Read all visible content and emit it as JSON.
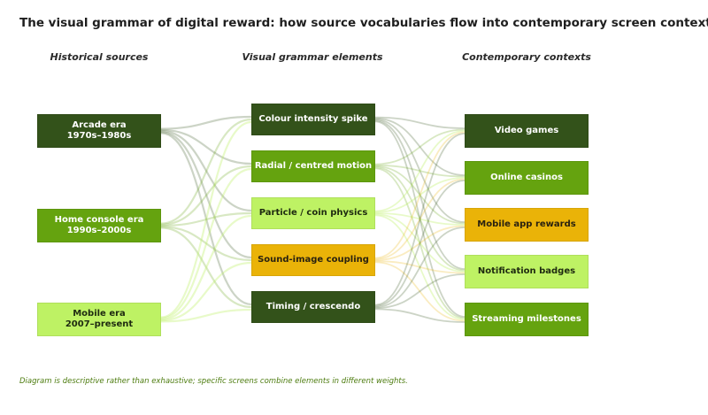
{
  "title": "The visual grammar of digital reward: how source vocabularies flow into contemporary screen contexts",
  "columns": {
    "sources": "Historical sources",
    "elements": "Visual grammar elements",
    "contexts": "Contemporary contexts"
  },
  "sources": [
    {
      "label": "Arcade era\n1970s–1980s",
      "color": "#33521a"
    },
    {
      "label": "Home console era\n1990s–2000s",
      "color": "#65a30f"
    },
    {
      "label": "Mobile era\n2007–present",
      "color": "#bef264"
    }
  ],
  "elements": [
    {
      "label": "Colour intensity spike",
      "color": "#33521a"
    },
    {
      "label": "Radial / centred motion",
      "color": "#65a30f"
    },
    {
      "label": "Particle / coin physics",
      "color": "#bef264"
    },
    {
      "label": "Sound-image coupling",
      "color": "#eab308"
    },
    {
      "label": "Timing / crescendo",
      "color": "#33521a"
    }
  ],
  "contexts": [
    {
      "label": "Video games",
      "color": "#33521a"
    },
    {
      "label": "Online casinos",
      "color": "#65a30f"
    },
    {
      "label": "Mobile app rewards",
      "color": "#eab308"
    },
    {
      "label": "Notification badges",
      "color": "#bef264"
    },
    {
      "label": "Streaming milestones",
      "color": "#65a30f"
    }
  ],
  "footnote": "Diagram is descriptive rather than exhaustive; specific screens combine elements in different weights."
}
